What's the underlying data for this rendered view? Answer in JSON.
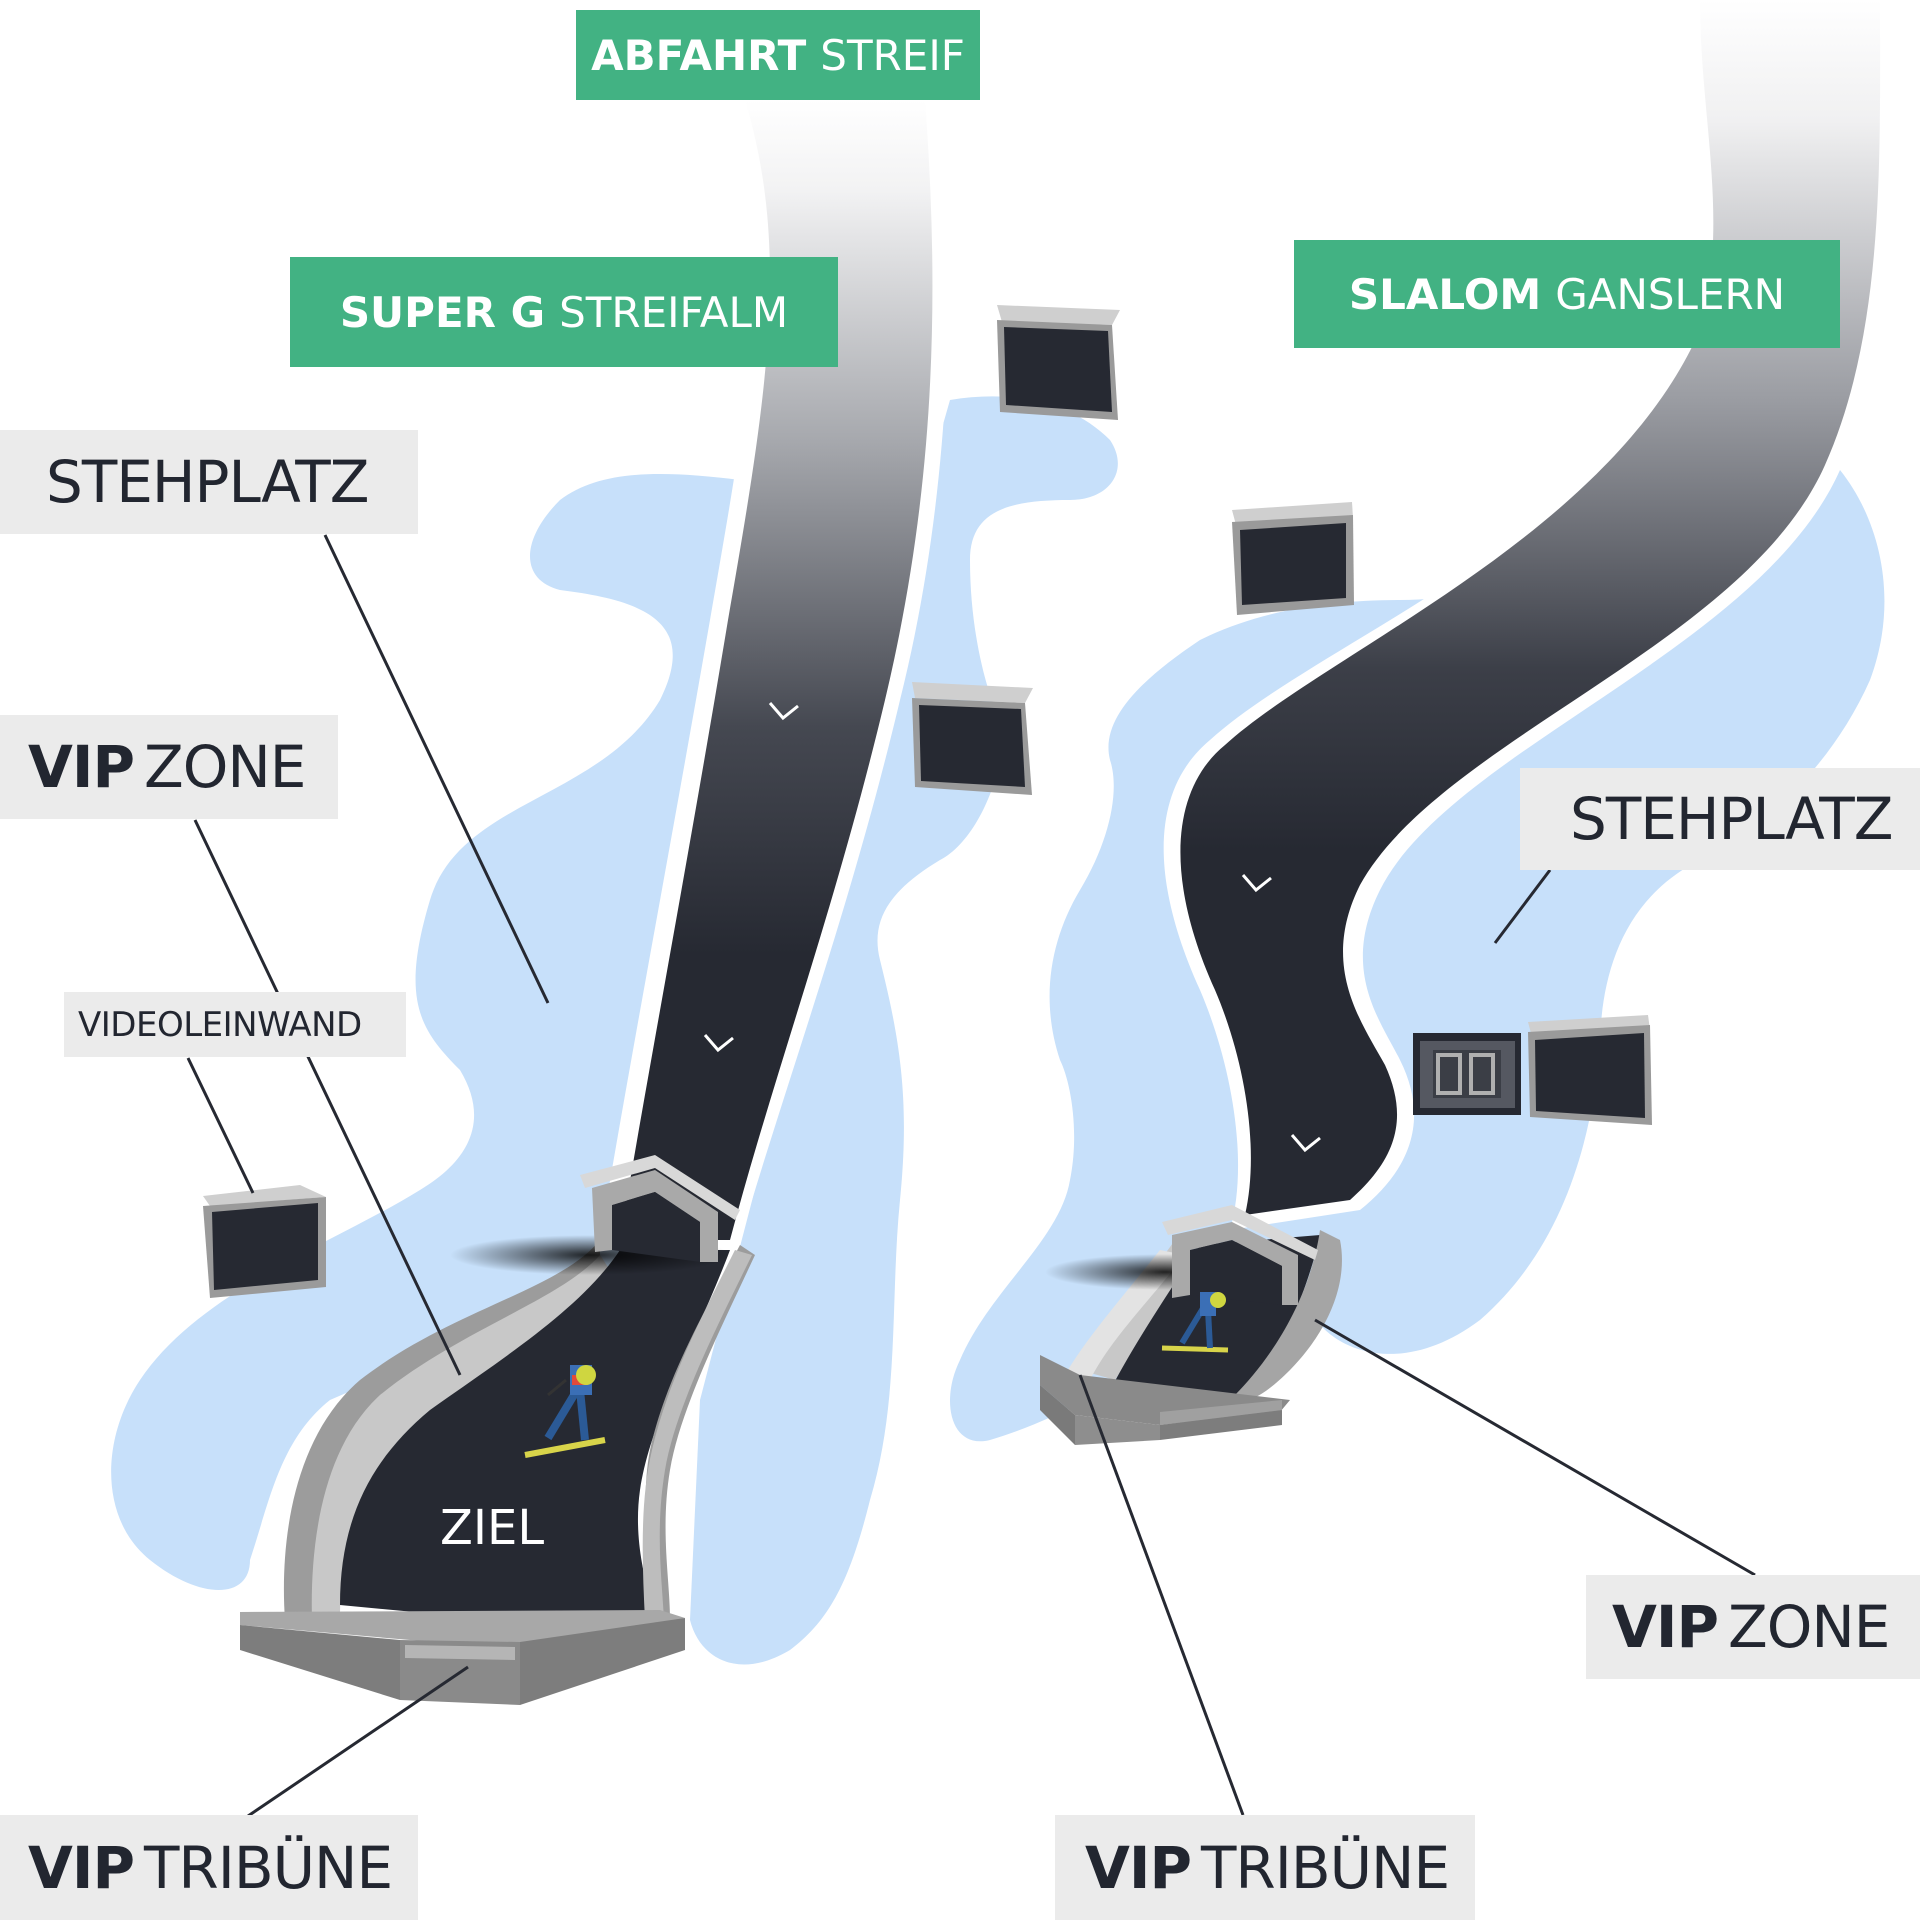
{
  "courses": {
    "abfahrt": {
      "strong": "ABFAHRT",
      "name": "STREIF"
    },
    "super_g": {
      "strong": "SUPER G",
      "name": "STREIFALM"
    },
    "slalom": {
      "strong": "SLALOM",
      "name": "GANSLERN"
    }
  },
  "left_area": {
    "stehplatz": "STEHPLATZ",
    "vip_zone": {
      "strong": "VIP",
      "rest": "ZONE"
    },
    "videoleinwand": "VIDEOLEINWAND",
    "ziel": "ZIEL",
    "vip_tribune": {
      "strong": "VIP",
      "rest": "TRIBÜNE"
    }
  },
  "right_area": {
    "stehplatz": "STEHPLATZ",
    "vip_zone": {
      "strong": "VIP",
      "rest": "ZONE"
    },
    "vip_tribune": {
      "strong": "VIP",
      "rest": "TRIBÜNE"
    }
  },
  "colors": {
    "label_green": "#42b283",
    "label_grey": "#ebebeb",
    "track_dark": "#262932",
    "spectator_area": "#c7e0fa"
  },
  "icons": [
    "video-screen-icon",
    "skier-icon",
    "direction-arrow-icon",
    "finish-gate-icon"
  ]
}
